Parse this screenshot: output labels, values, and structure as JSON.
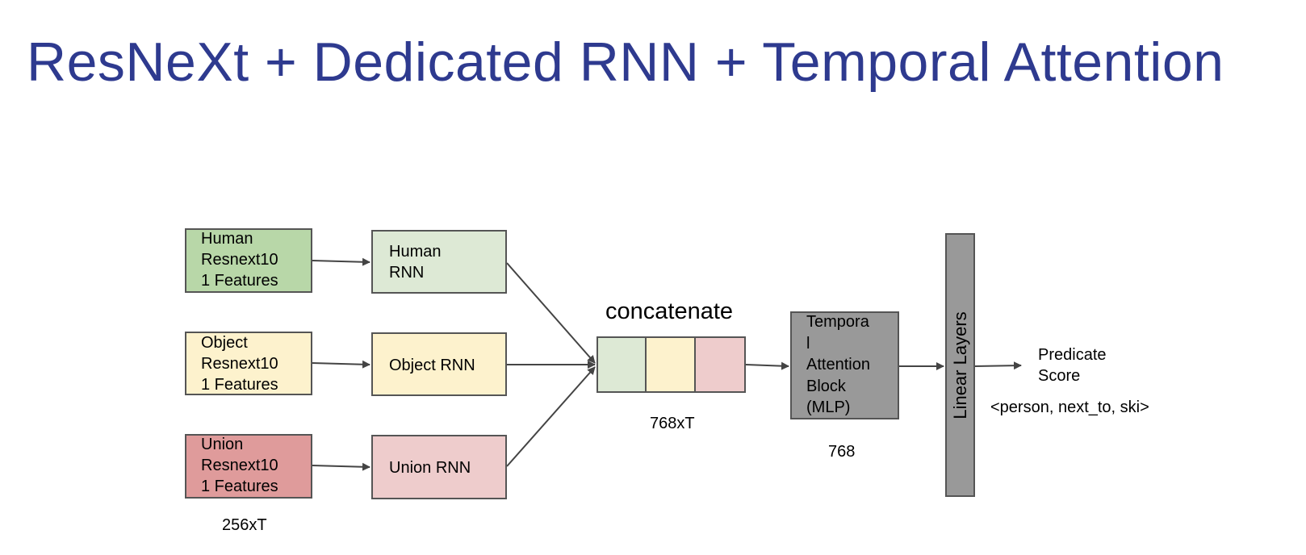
{
  "title": "ResNeXt + Dedicated RNN + Temporal Attention",
  "features": {
    "human": "Human\nResnext10\n1 Features",
    "object": "Object\nResnext10\n1 Features",
    "union": "Union\nResnext10\n1 Features",
    "dim": "256xT"
  },
  "rnns": {
    "human": "Human\nRNN",
    "object": "Object RNN",
    "union": "Union RNN"
  },
  "concat": {
    "label": "concatenate",
    "dim": "768xT"
  },
  "attention": {
    "label": "Tempora\nl\nAttention\nBlock\n(MLP)",
    "dim": "768"
  },
  "linear": {
    "label": "Linear Layers"
  },
  "output": {
    "label": "Predicate\nScore",
    "example": "<person, next_to, ski>"
  },
  "colors": {
    "title": "#2e3a8f",
    "human_feature": "#b8d7a8",
    "human_rnn": "#dde9d5",
    "object": "#fdf2cd",
    "union_feature": "#df9b9b",
    "union_rnn": "#eecccc",
    "block": "#999999",
    "arrow": "#444444"
  }
}
